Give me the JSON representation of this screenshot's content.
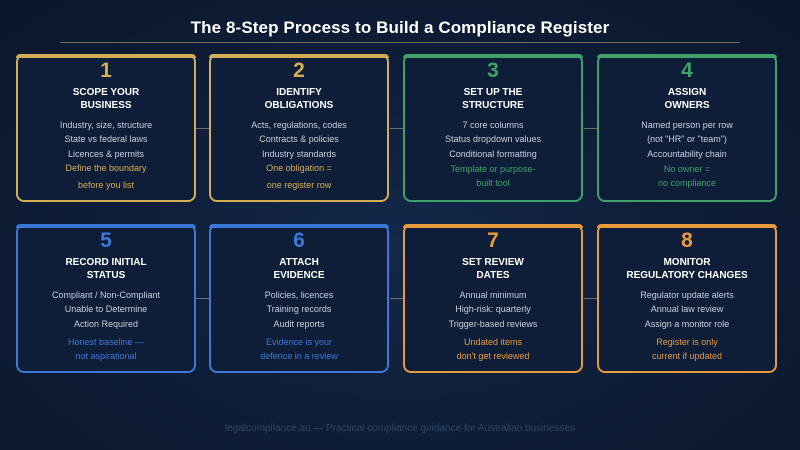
{
  "title": "The 8-Step Process to Build a Compliance Register",
  "colors": {
    "gold": "#d4ae55",
    "green": "#3fa26b",
    "blue": "#3b78d8",
    "orange": "#e89a3c"
  },
  "steps": [
    {
      "number": "1",
      "heading": [
        "SCOPE YOUR",
        "BUSINESS"
      ],
      "items": [
        "Industry, size, structure",
        "State vs federal laws",
        "Licences & permits"
      ],
      "note": [
        "Define the boundary",
        "before you list"
      ]
    },
    {
      "number": "2",
      "heading": [
        "IDENTIFY",
        "OBLIGATIONS"
      ],
      "items": [
        "Acts, regulations, codes",
        "Contracts & policies",
        "Industry standards"
      ],
      "note": [
        "One obligation =",
        "one register row"
      ]
    },
    {
      "number": "3",
      "heading": [
        "SET UP THE",
        "STRUCTURE"
      ],
      "items": [
        "7 core columns",
        "Status dropdown values",
        "Conditional formatting"
      ],
      "note": [
        "Template or purpose-",
        "built tool"
      ]
    },
    {
      "number": "4",
      "heading": [
        "ASSIGN",
        "OWNERS"
      ],
      "items": [
        "Named person per row",
        "(not \"HR\" or \"team\")",
        "Accountability chain"
      ],
      "note": [
        "No owner =",
        "no compliance"
      ]
    },
    {
      "number": "5",
      "heading": [
        "RECORD INITIAL",
        "STATUS"
      ],
      "items": [
        "Compliant / Non-Compliant",
        "Unable to Determine",
        "Action Required"
      ],
      "note": [
        "Honest baseline —",
        "not aspirational"
      ]
    },
    {
      "number": "6",
      "heading": [
        "ATTACH",
        "EVIDENCE"
      ],
      "items": [
        "Policies, licences",
        "Training records",
        "Audit reports"
      ],
      "note": [
        "Evidence is your",
        "defence in a review"
      ]
    },
    {
      "number": "7",
      "heading": [
        "SET REVIEW",
        "DATES"
      ],
      "items": [
        "Annual minimum",
        "High-risk: quarterly",
        "Trigger-based reviews"
      ],
      "note": [
        "Undated items",
        "don't get reviewed"
      ]
    },
    {
      "number": "8",
      "heading": [
        "MONITOR",
        "REGULATORY CHANGES"
      ],
      "items": [
        "Regulator update alerts",
        "Annual law review",
        "Assign a monitor role"
      ],
      "note": [
        "Register is only",
        "current if updated"
      ]
    }
  ],
  "footer": "legalcompliance.au — Practical compliance guidance for Australian businesses"
}
